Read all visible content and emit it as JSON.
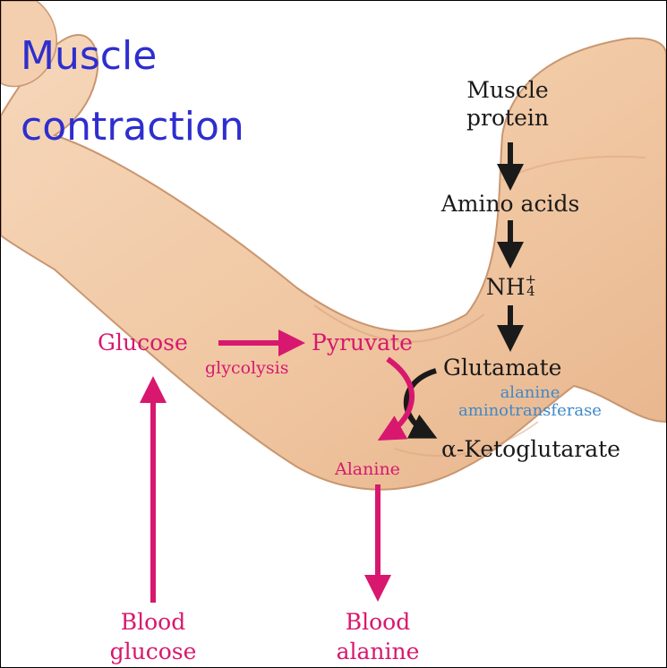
{
  "title": {
    "line1": "Muscle",
    "line2": "contraction"
  },
  "pathway": {
    "muscle_protein": {
      "line1": "Muscle",
      "line2": "protein"
    },
    "amino_acids": "Amino acids",
    "ammonium": {
      "base": "NH",
      "sup": "+",
      "sub": "4"
    },
    "glutamate": "Glutamate",
    "enzyme": {
      "line1": "alanine",
      "line2": "aminotransferase"
    },
    "alpha_ketoglutarate": "α-Ketoglutarate",
    "glucose": "Glucose",
    "glycolysis": "glycolysis",
    "pyruvate": "Pyruvate",
    "alanine": "Alanine",
    "blood_glucose": {
      "line1": "Blood",
      "line2": "glucose"
    },
    "blood_alanine": {
      "line1": "Blood",
      "line2": "alanine"
    }
  },
  "colors": {
    "title": "#2e2ecf",
    "pink_pathway": "#d8186e",
    "black_pathway": "#1a1a1a",
    "enzyme": "#3f88c9",
    "arm_skin": "#f1c8a4"
  }
}
